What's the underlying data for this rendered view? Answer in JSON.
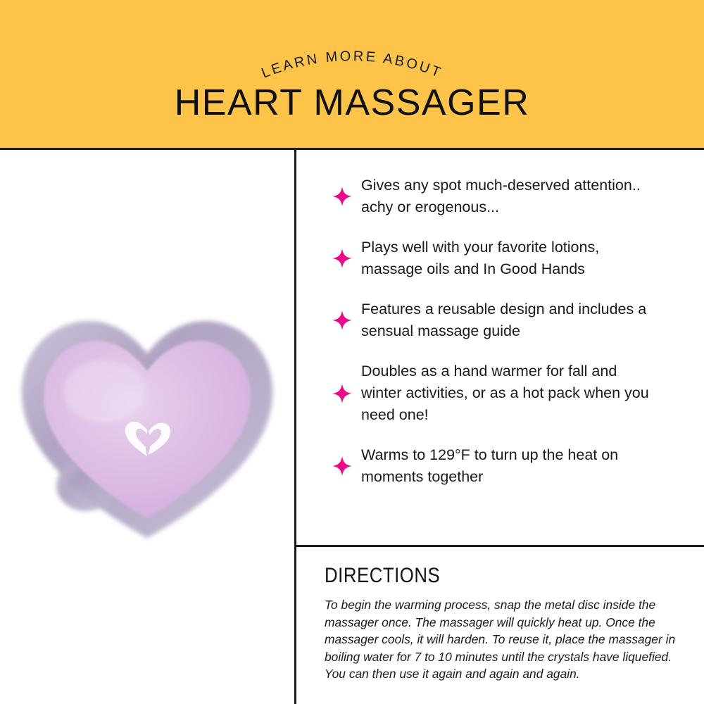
{
  "header": {
    "eyebrow": "LEARN MORE ABOUT",
    "title": "HEART MASSAGER",
    "background_color": "#fdc449",
    "text_color": "#111111"
  },
  "product_image": {
    "alt": "Lavender gel heart massager pack",
    "gel_color": "#debfe4",
    "rim_color": "#b3a6c4",
    "logo": "white-heart-logo"
  },
  "features": {
    "bullet_icon": "four-point-sparkle-star-icon",
    "bullet_color": "#ec0a8c",
    "items": [
      "Gives any spot much-deserved attention.. achy or erogenous...",
      "Plays well with your favorite lotions, massage oils and In Good Hands",
      "Features a reusable design and includes a sensual massage guide",
      "Doubles as a hand warmer for fall and winter activities, or as a hot pack when you need one!",
      "Warms to 129°F to turn up the heat on moments together"
    ]
  },
  "directions": {
    "title": "DIRECTIONS",
    "body": "To begin the warming process, snap the metal disc inside the massager once. The massager will quickly heat up. Once the massager cools, it will harden. To reuse it, place the massager in boiling water for 7 to 10 minutes until the crystals have liquefied. You can then use it again and again and again."
  }
}
